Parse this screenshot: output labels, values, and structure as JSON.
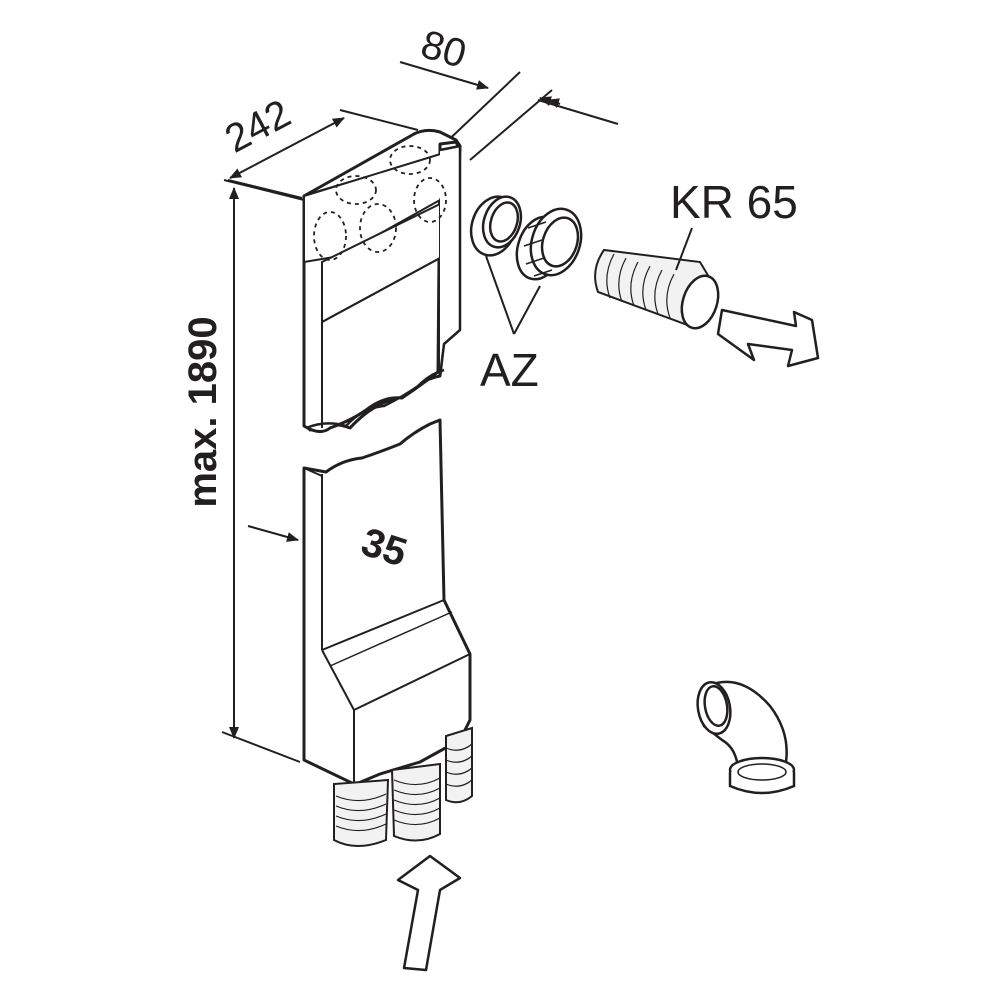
{
  "dimensions": {
    "depth": "80",
    "width": "242",
    "height": "max. 1890",
    "inlet_depth": "35"
  },
  "parts": {
    "hose": "KR 65",
    "adapter": "AZ"
  },
  "colors": {
    "stroke": "#231f20",
    "fill": "#ffffff",
    "shade": "#f2f2f2"
  }
}
